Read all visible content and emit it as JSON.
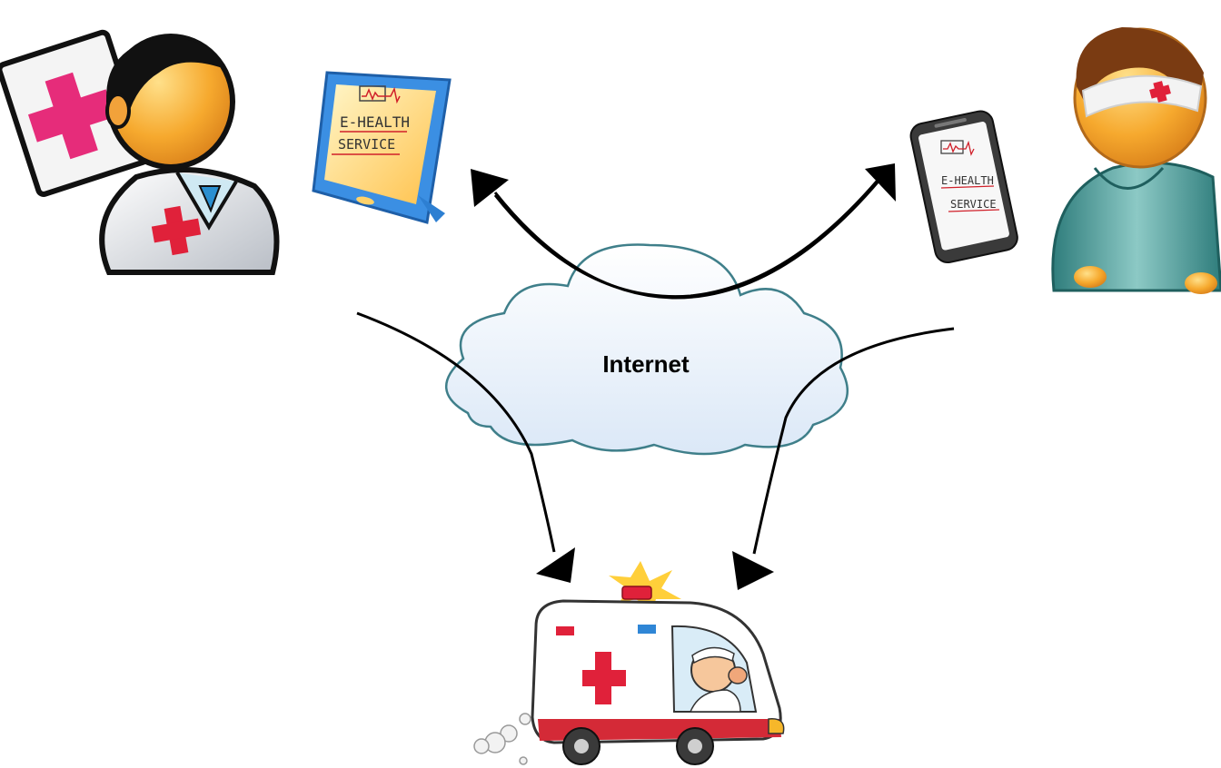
{
  "cloud": {
    "label": "Internet"
  },
  "tablet": {
    "line1": "E-HEALTH",
    "line2": "SERVICE"
  },
  "phone": {
    "line1": "E-HEALTH",
    "line2": "SERVICE"
  },
  "colors": {
    "cloud_fill": "#e9f1fb",
    "cloud_stroke": "#3f7f8a",
    "arrow": "#000000",
    "cross": "#e0213a",
    "tablet_frame": "#3b8fe3",
    "tablet_screen": "#ffd26a",
    "patient_gown": "#4d9a98",
    "skin": "#f7b24a"
  }
}
